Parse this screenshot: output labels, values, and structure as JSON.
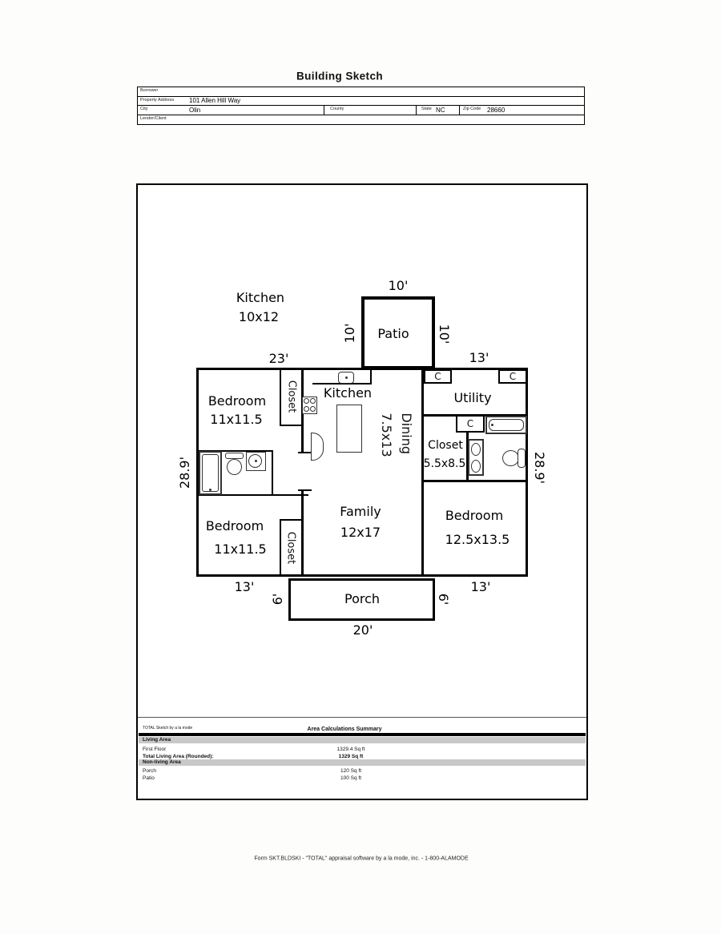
{
  "title": "Building Sketch",
  "header_form": {
    "borrower": {
      "label": "Borrower",
      "value": ""
    },
    "property_address": {
      "label": "Property Address",
      "value": "101 Allen Hill Way"
    },
    "city": {
      "label": "City",
      "value": "Olin"
    },
    "county": {
      "label": "County",
      "value": ""
    },
    "state": {
      "label": "State",
      "value": "NC"
    },
    "zip": {
      "label": "Zip Code",
      "value": "28660"
    },
    "lender": {
      "label": "Lender/Client",
      "value": ""
    }
  },
  "floor_plan": {
    "annotation": {
      "line1": "Kitchen",
      "line2": "10x12"
    },
    "rooms": {
      "patio": "Patio",
      "bedroom1": {
        "name": "Bedroom",
        "dims": "11x11.5"
      },
      "closet1": "Closet",
      "kitchen": "Kitchen",
      "dining": {
        "name": "Dining",
        "dims": "7.5x13"
      },
      "utility": "Utility",
      "closet2": {
        "name": "Closet",
        "dims": "5.5x8.5"
      },
      "bedroom2": {
        "name": "Bedroom",
        "dims": "11x11.5"
      },
      "closet3": "Closet",
      "family": {
        "name": "Family",
        "dims": "12x17"
      },
      "bedroom3": {
        "name": "Bedroom",
        "dims": "12.5x13.5"
      },
      "porch": "Porch",
      "closet_marker": "C"
    },
    "dimensions": {
      "patio_top": "10'",
      "patio_left": "10'",
      "patio_right": "10'",
      "top_left": "23'",
      "top_right": "13'",
      "side_left": "28.9'",
      "side_right": "28.9'",
      "bottom_left": "13'",
      "bottom_right": "13'",
      "porch_left": "6'",
      "porch_right": "6'",
      "porch_bottom": "20'"
    }
  },
  "area_summary": {
    "logo": "TOTAL Sketch by a la mode",
    "title": "Area Calculations Summary",
    "living_header": "Living Area",
    "nonliving_header": "Non-living Area",
    "rows": {
      "first_floor": {
        "label": "First Floor",
        "value": "1329.4 Sq ft"
      },
      "total": {
        "label": "Total Living Area (Rounded):",
        "value": "1329 Sq ft"
      },
      "porch": {
        "label": "Porch",
        "value": "120 Sq ft"
      },
      "patio": {
        "label": "Patio",
        "value": "100 Sq ft"
      }
    }
  },
  "footer": "Form SKT.BLDSKI - \"TOTAL\" appraisal software by a la mode, inc. - 1-800-ALAMODE"
}
